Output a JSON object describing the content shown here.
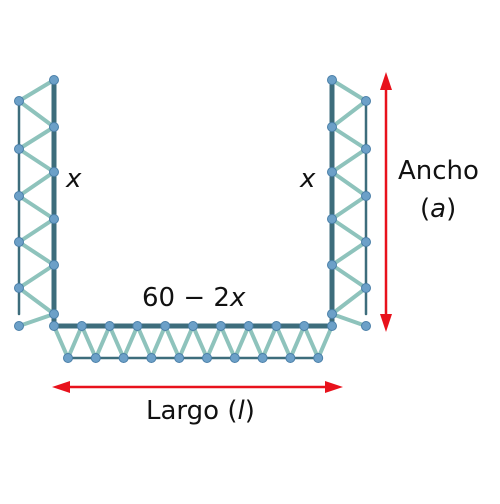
{
  "labels": {
    "left_side": "x",
    "right_side": "x",
    "bottom_side_prefix": "60 − 2",
    "bottom_side_var": "x",
    "width_word": "Ancho",
    "width_symbol": "a",
    "length_word": "Largo (",
    "length_symbol": "l",
    "length_close": ")"
  },
  "colors": {
    "truss_chord": "#3d6d7c",
    "truss_web": "#8ec3bc",
    "truss_node": "#6ca0c8",
    "dimension_arrow": "#e8121c",
    "text": "#111111"
  }
}
